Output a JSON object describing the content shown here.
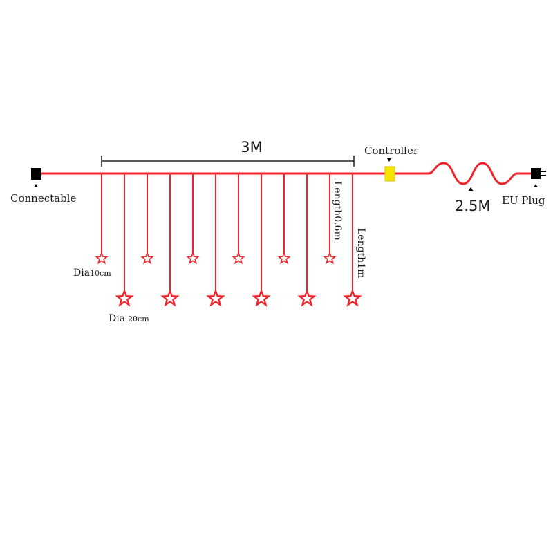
{
  "labels": {
    "span_length": "3M",
    "controller": "Controller",
    "connectable": "Connectable",
    "lead_length": "2.5M",
    "eu_plug": "EU Plug",
    "short_drop_length": "Length0.6m",
    "long_drop_length": "Length1m",
    "small_star_dia_word": "Dia",
    "small_star_dia_value": "10cm",
    "large_star_dia_word": "Dia",
    "large_star_dia_value": "20cm"
  },
  "colors": {
    "wire": "#f0242c",
    "controller": "#f5e400",
    "connector": "#000000",
    "text": "#1a1a1a"
  },
  "drops": {
    "small_star_count": 6,
    "large_star_count": 6
  },
  "icons": {
    "star": "star-icon",
    "connector": "connector-block-icon",
    "plug": "eu-plug-icon",
    "pointer": "triangle-pointer-icon"
  }
}
